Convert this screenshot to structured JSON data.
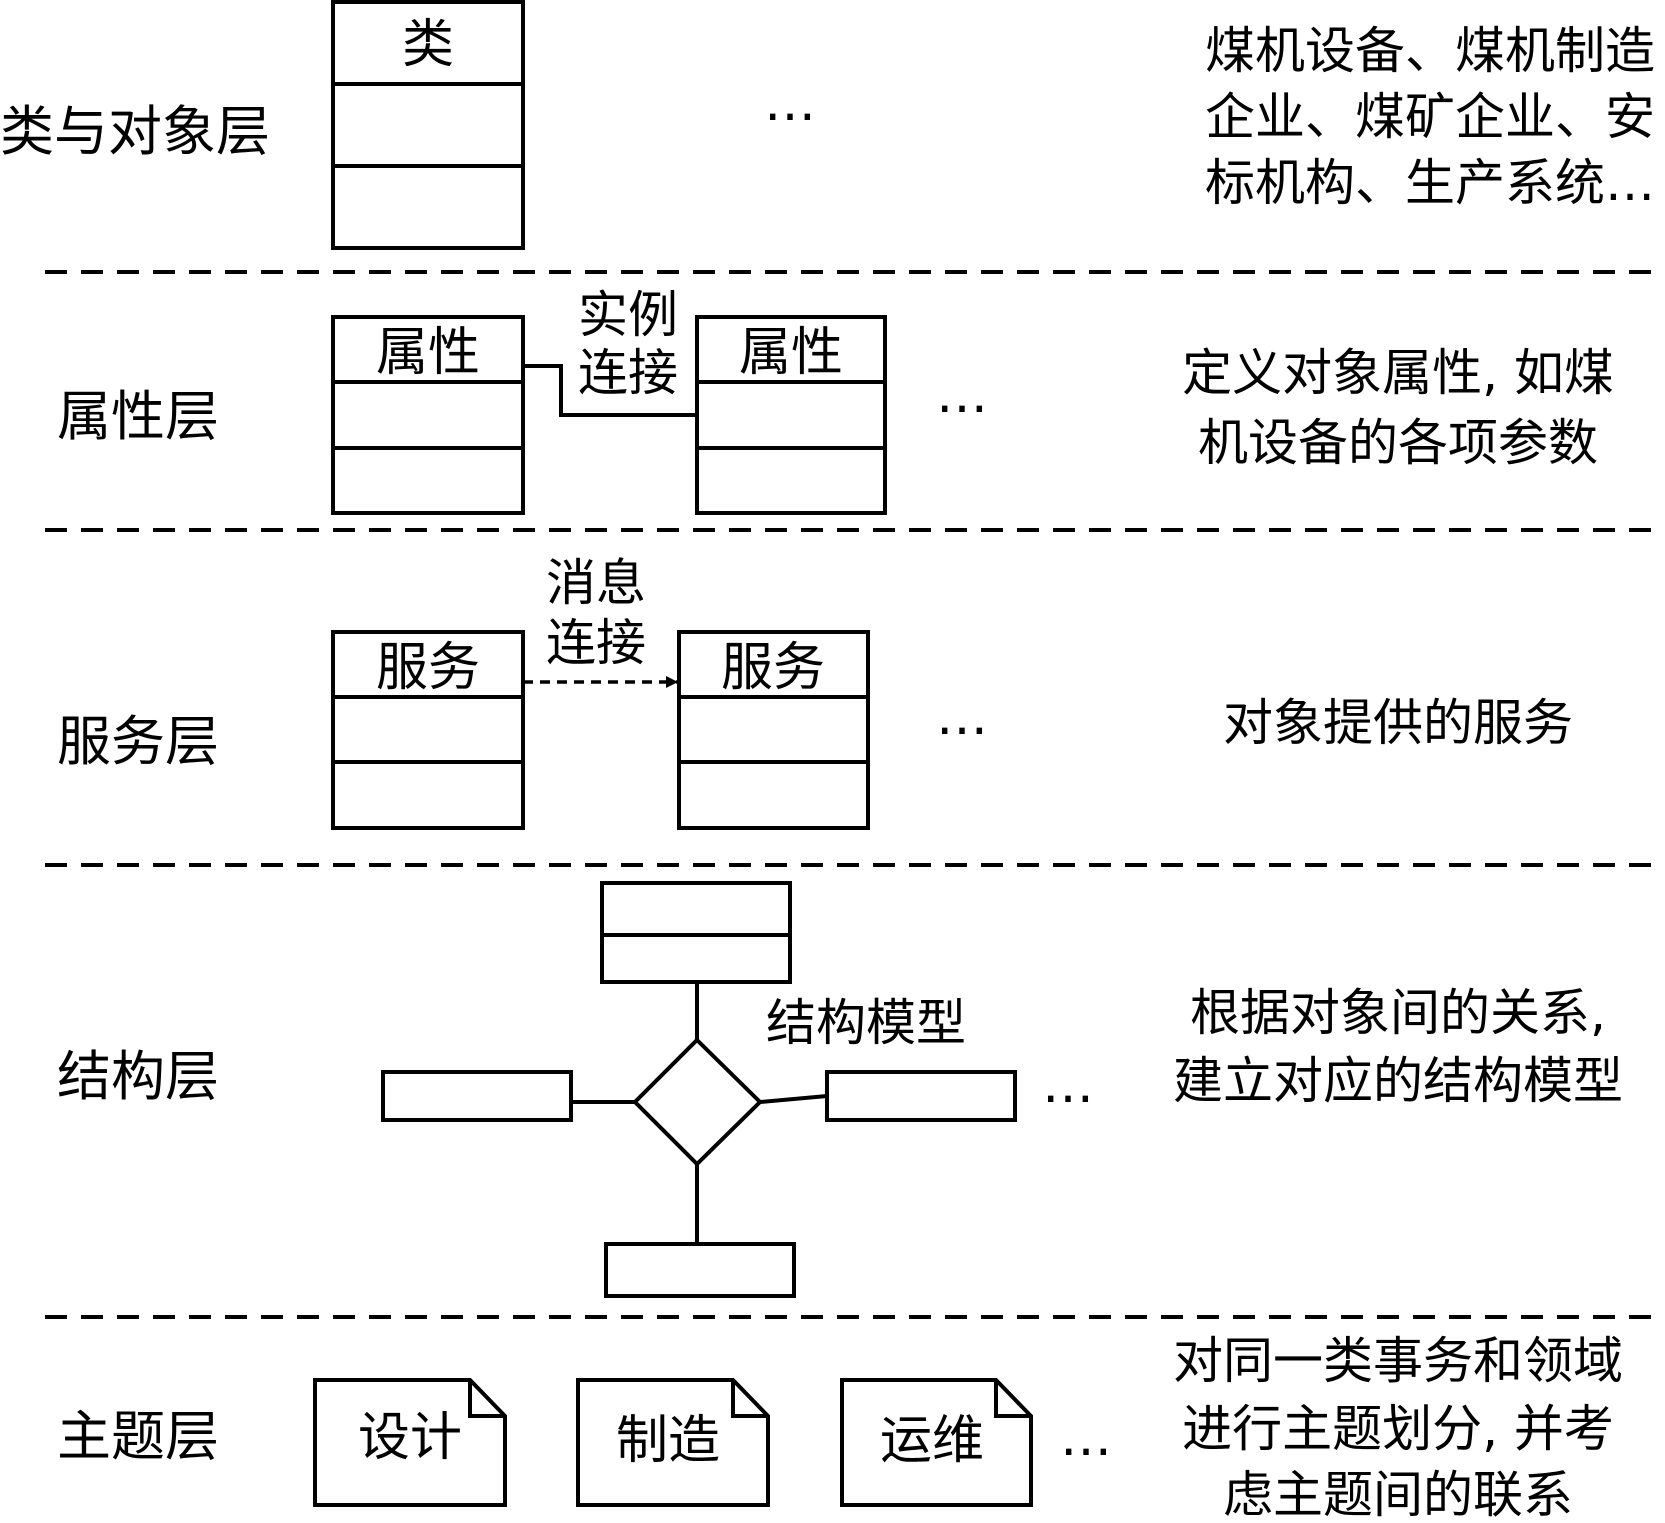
{
  "layers": [
    {
      "label": "类与对象层",
      "class_title": "类",
      "ellipsis": "…",
      "description": [
        "煤机设备、煤机制造",
        "企业、煤矿企业、安",
        "标机构、生产系统…"
      ]
    },
    {
      "label": "属性层",
      "box1_title": "属性",
      "box2_title": "属性",
      "link_label": [
        "实例",
        "连接"
      ],
      "ellipsis": "…",
      "description": [
        "定义对象属性, 如煤",
        "机设备的各项参数"
      ]
    },
    {
      "label": "服务层",
      "box1_title": "服务",
      "box2_title": "服务",
      "link_label": [
        "消息",
        "连接"
      ],
      "ellipsis": "…",
      "description": [
        "对象提供的服务"
      ]
    },
    {
      "label": "结构层",
      "model_label": "结构模型",
      "ellipsis": "…",
      "description": [
        "根据对象间的关系,",
        "建立对应的结构模型"
      ]
    },
    {
      "label": "主题层",
      "topics": [
        "设计",
        "制造",
        "运维"
      ],
      "ellipsis": "…",
      "description": [
        "对同一类事务和领域",
        "进行主题划分, 并考",
        "虑主题间的联系"
      ]
    }
  ]
}
